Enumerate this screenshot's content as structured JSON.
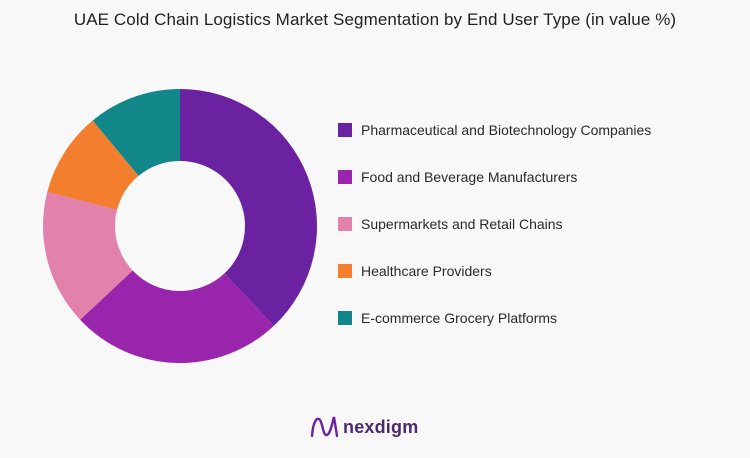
{
  "title": "UAE Cold Chain Logistics Market Segmentation by End User Type (in value %)",
  "chart_data": {
    "type": "pie",
    "donut": true,
    "title": "UAE Cold Chain Logistics Market Segmentation by End User Type (in value %)",
    "legend_position": "right",
    "categories": [
      "Pharmaceutical and Biotechnology Companies",
      "Food and Beverage Manufacturers",
      "Supermarkets and Retail Chains",
      "Healthcare Providers",
      "E-commerce Grocery Platforms"
    ],
    "values": [
      38,
      25,
      16,
      10,
      11
    ],
    "colors": [
      "#6a22a0",
      "#9a25ad",
      "#e181ac",
      "#f27e2e",
      "#11878a"
    ]
  },
  "legend": {
    "items": [
      {
        "label": "Pharmaceutical and Biotechnology Companies",
        "color": "#6a22a0"
      },
      {
        "label": "Food and Beverage Manufacturers",
        "color": "#9a25ad"
      },
      {
        "label": "Supermarkets and Retail Chains",
        "color": "#e181ac"
      },
      {
        "label": "Healthcare Providers",
        "color": "#f27e2e"
      },
      {
        "label": "E-commerce Grocery Platforms",
        "color": "#11878a"
      }
    ]
  },
  "brand": {
    "name": "nexdigm",
    "logo_icon": "nexdigm-logo-icon",
    "color": "#4b2a6e"
  }
}
